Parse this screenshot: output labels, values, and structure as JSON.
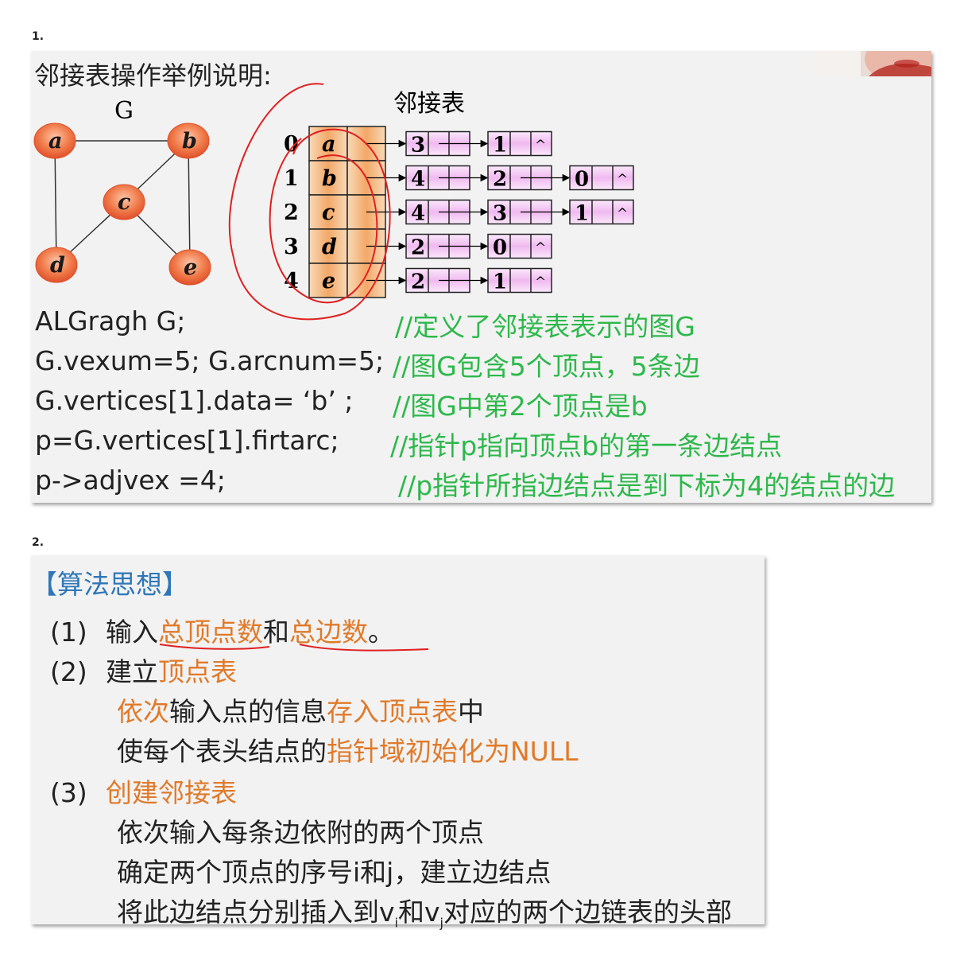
{
  "section1": {
    "number": "1.",
    "title": "邻接表操作举例说明:",
    "graph_label": "G",
    "adj_label": "邻接表",
    "vertices": [
      "a",
      "b",
      "c",
      "d",
      "e"
    ],
    "indices": [
      "0",
      "1",
      "2",
      "3",
      "4"
    ],
    "adj_lists": [
      [
        "3",
        "1"
      ],
      [
        "4",
        "2",
        "0"
      ],
      [
        "4",
        "3",
        "1"
      ],
      [
        "2",
        "0"
      ],
      [
        "2",
        "1"
      ]
    ],
    "null_symbol": "^",
    "code_lines": [
      {
        "code": "ALGragh    G;",
        "comment": "//定义了邻接表表示的图G"
      },
      {
        "code": "G.vexum=5; G.arcnum=5;",
        "comment": "//图G包含5个顶点，5条边"
      },
      {
        "code": "G.vertices[1].data= ‘b’ ;",
        "comment": "//图G中第2个顶点是b"
      },
      {
        "code": "p=G.vertices[1].firtarc;",
        "comment": "//指针p指向顶点b的第一条边结点"
      },
      {
        "code": "p->adjvex =4;",
        "comment": "//p指针所指边结点是到下标为4的结点的边"
      }
    ],
    "colors": {
      "node": "#f07040",
      "comment": "#2db84b",
      "vertex_cell": "#f5b27a",
      "arc_cell": "#f3c9f3",
      "annotation": "#e02020"
    }
  },
  "section2": {
    "number": "2.",
    "heading": "【算法思想】",
    "steps": [
      {
        "label": "(1)",
        "parts": [
          {
            "t": "输入",
            "c": "k"
          },
          {
            "t": "总顶点数",
            "c": "o"
          },
          {
            "t": "和",
            "c": "k"
          },
          {
            "t": "总边数",
            "c": "o"
          },
          {
            "t": "。",
            "c": "k"
          }
        ]
      },
      {
        "label": "(2)",
        "parts": [
          {
            "t": "建立",
            "c": "k"
          },
          {
            "t": "顶点表",
            "c": "o"
          }
        ]
      },
      {
        "label": "",
        "parts": [
          {
            "t": "依次",
            "c": "o"
          },
          {
            "t": "输入点的信息",
            "c": "k"
          },
          {
            "t": "存入顶点表",
            "c": "o"
          },
          {
            "t": "中",
            "c": "k"
          }
        ]
      },
      {
        "label": "",
        "parts": [
          {
            "t": "使每个表头结点的",
            "c": "k"
          },
          {
            "t": "指针域初始化为NULL",
            "c": "o"
          }
        ]
      },
      {
        "label": "(3)",
        "parts": [
          {
            "t": "创建邻接表",
            "c": "o"
          }
        ]
      },
      {
        "label": "",
        "parts": [
          {
            "t": "依次输入每条边依附的两个顶点",
            "c": "k"
          }
        ]
      },
      {
        "label": "",
        "parts": [
          {
            "t": "确定两个顶点的序号i和j，建立边结点",
            "c": "k"
          }
        ]
      },
      {
        "label": "",
        "parts": [
          {
            "t": "将此边结点分别插入到v",
            "c": "k"
          },
          {
            "t": "i",
            "c": "sub"
          },
          {
            "t": "和v",
            "c": "k"
          },
          {
            "t": "j",
            "c": "sub"
          },
          {
            "t": "对应的两个边链表的头部",
            "c": "k"
          }
        ]
      }
    ]
  }
}
